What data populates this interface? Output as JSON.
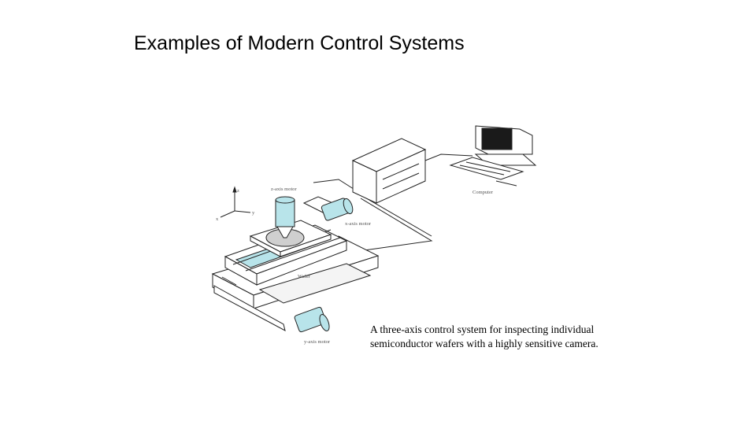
{
  "slide": {
    "title": "Examples of Modern Control Systems"
  },
  "figure": {
    "labels": {
      "z_motor": "z-axis motor",
      "x_motor": "x-axis motor",
      "y_motor": "y-axis motor",
      "wafer": "Wafer",
      "computer": "Computer",
      "axis_x": "x",
      "axis_y": "y",
      "axis_z": "z"
    },
    "colors": {
      "motor": "#b8e4ea",
      "line": "#222222",
      "screen": "#1a1a1a"
    }
  },
  "caption": {
    "line1": "A three-axis control system for inspecting individual",
    "line2": "semiconductor wafers with a highly sensitive camera."
  }
}
